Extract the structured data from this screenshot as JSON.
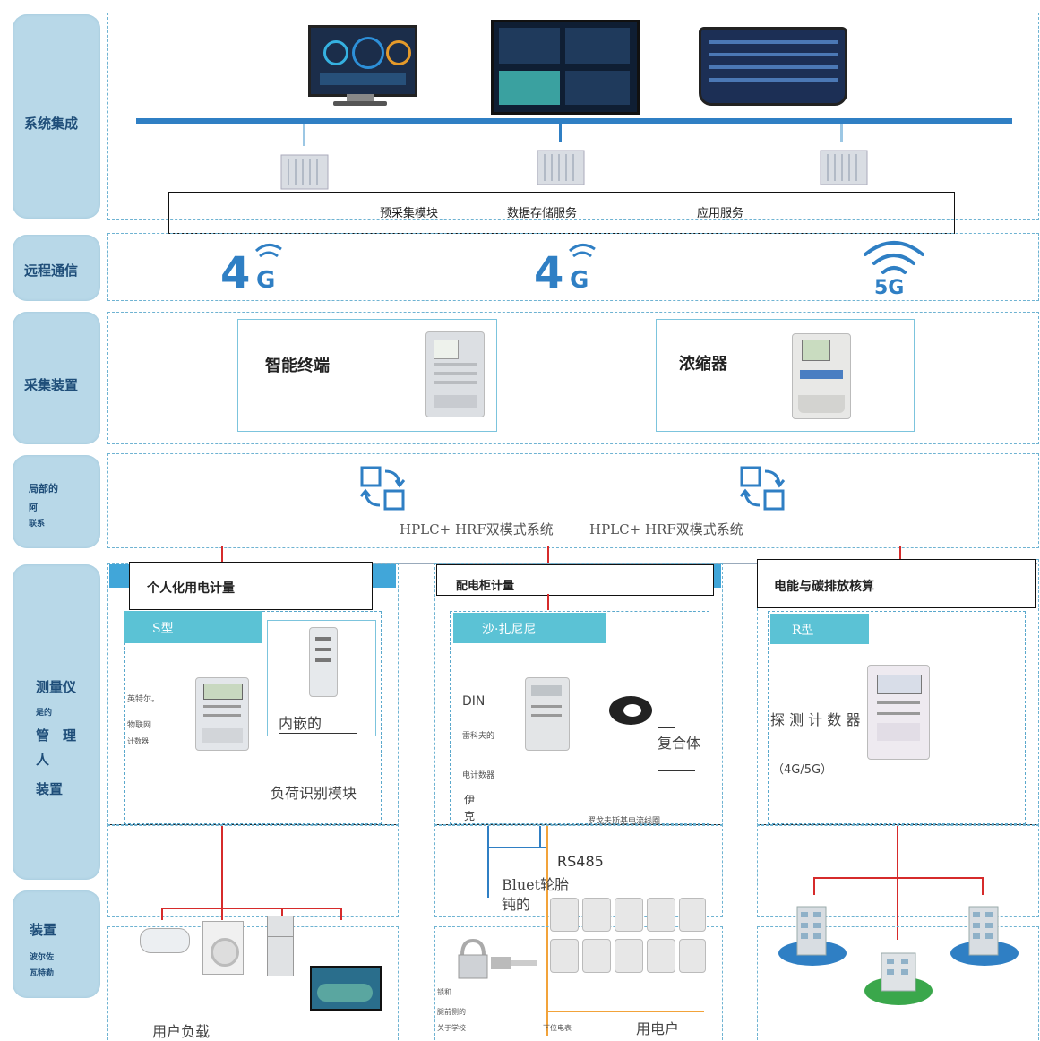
{
  "sidebar": {
    "system_integration": "系统集成",
    "remote_comm": "远程通信",
    "collection_device": "采集装置",
    "local_net_lines": [
      "局部的",
      "阿",
      "联系"
    ],
    "meter_lines": [
      "测量仪",
      "是的",
      "管　理",
      "人",
      "装置"
    ],
    "device_lines": [
      "装置",
      "波尔佐",
      "瓦特勒"
    ]
  },
  "system": {
    "services": [
      "预采集模块",
      "数据存储服务",
      "应用服务"
    ]
  },
  "remote": {
    "signals": [
      {
        "icon": "4g-signal-icon",
        "digit": "4",
        "letter": "G"
      },
      {
        "icon": "4g-signal-icon",
        "digit": "4",
        "letter": "G"
      },
      {
        "icon": "5g-signal-icon",
        "label": "5G"
      }
    ]
  },
  "collection": {
    "smart_terminal": "智能终端",
    "concentrator": "浓缩器"
  },
  "local_network": {
    "system1": "HPLC+ HRF双模式系统",
    "system2": "HPLC+ HRF双模式系统"
  },
  "meter": {
    "col1": {
      "title": "个人化用电计量",
      "tag": "S型",
      "side_labels": [
        "英特尔。",
        "物联网",
        "计数器"
      ],
      "embedded": "内嵌的",
      "load_module": "负荷识别模块"
    },
    "col2": {
      "title": "配电柜计量",
      "tag": "沙·扎尼尼",
      "din": "DIN",
      "reykjavik": "雷科夫的",
      "counter": "电计数器",
      "yike": [
        "伊",
        "克"
      ],
      "composite": "复合体",
      "rogowski": "罗戈夫斯基电流线圈",
      "rs485": "RS485",
      "bluetooth": "Bluet轮胎",
      "blunt": "钝的"
    },
    "col3": {
      "title": "电能与碳排放核算",
      "tag": "R型",
      "detector": "探 测 计 数 器",
      "network": "（4G/5G）"
    }
  },
  "devices": {
    "user_load": "用户负载",
    "lock_labels": [
      "锁和",
      "腿前侧的",
      "关于学校"
    ],
    "lower_meter": "下位电表",
    "user": "用电户"
  },
  "colors": {
    "sidebar": "#b8d8e8",
    "sidebar_text": "#1f4e79",
    "accent_blue": "#41a6d9",
    "teal": "#5bc2d5",
    "red_line": "#d62b2b",
    "orange_line": "#f2a33a",
    "network_blue": "#2f7fc4"
  }
}
